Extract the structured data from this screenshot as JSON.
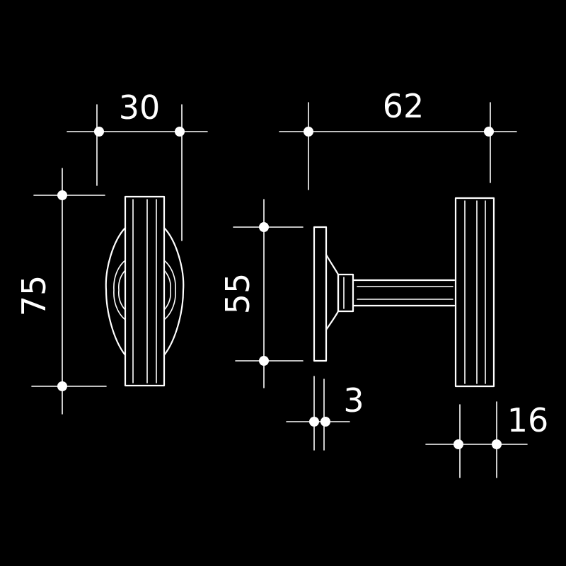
{
  "dimensions": {
    "width_top": "30",
    "length_top": "62",
    "height_left": "75",
    "height_mid": "55",
    "plate_thickness": "3",
    "grip_thickness": "16"
  },
  "colors": {
    "background": "#000000",
    "line": "#ffffff"
  }
}
